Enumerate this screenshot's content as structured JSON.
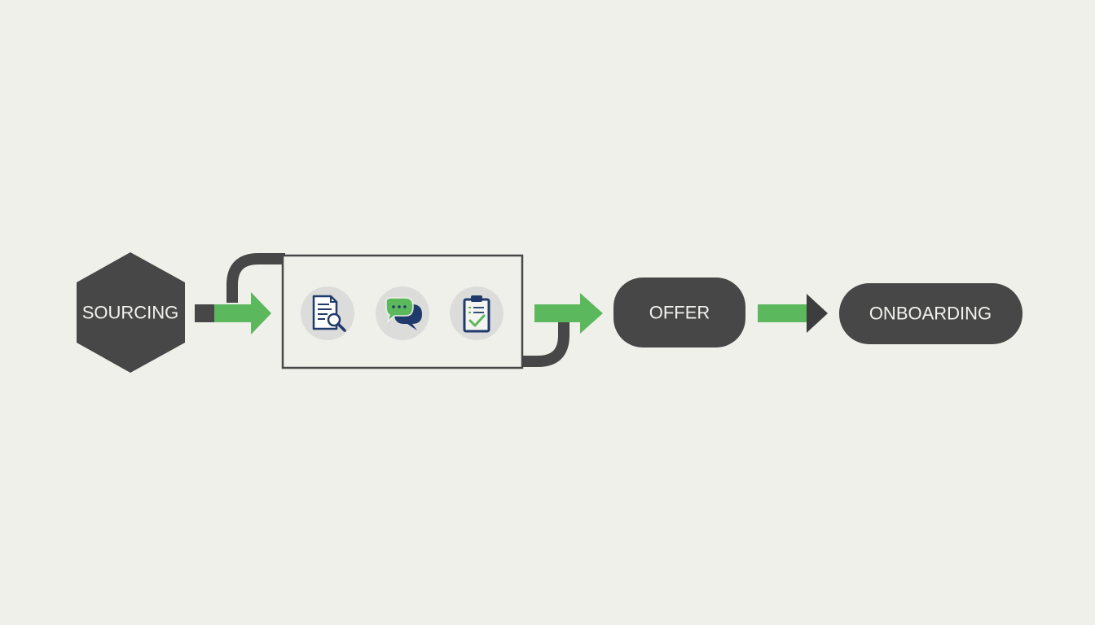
{
  "colors": {
    "background": "#f0f0eb",
    "node_fill": "#474747",
    "node_text": "#f2f2ee",
    "arrow_green": "#5cb85c",
    "arrow_dark": "#3d3d3d",
    "icon_bg": "#dcdcda",
    "icon_navy": "#1f3a6b",
    "icon_green": "#5cb85c"
  },
  "nodes": {
    "sourcing": {
      "label": "SOURCING",
      "shape": "hexagon"
    },
    "screening": {
      "shape": "box",
      "icons": [
        {
          "name": "document-search-icon"
        },
        {
          "name": "chat-bubbles-icon"
        },
        {
          "name": "clipboard-check-icon"
        }
      ]
    },
    "offer": {
      "label": "OFFER",
      "shape": "rounded-rect"
    },
    "onboarding": {
      "label": "ONBOARDING",
      "shape": "pill"
    }
  },
  "edges": [
    {
      "from": "sourcing",
      "to": "screening",
      "style": "green-arrow"
    },
    {
      "from": "screening",
      "to": "offer",
      "style": "green-arrow"
    },
    {
      "from": "offer",
      "to": "onboarding",
      "style": "green-arrow-dark-head"
    }
  ]
}
